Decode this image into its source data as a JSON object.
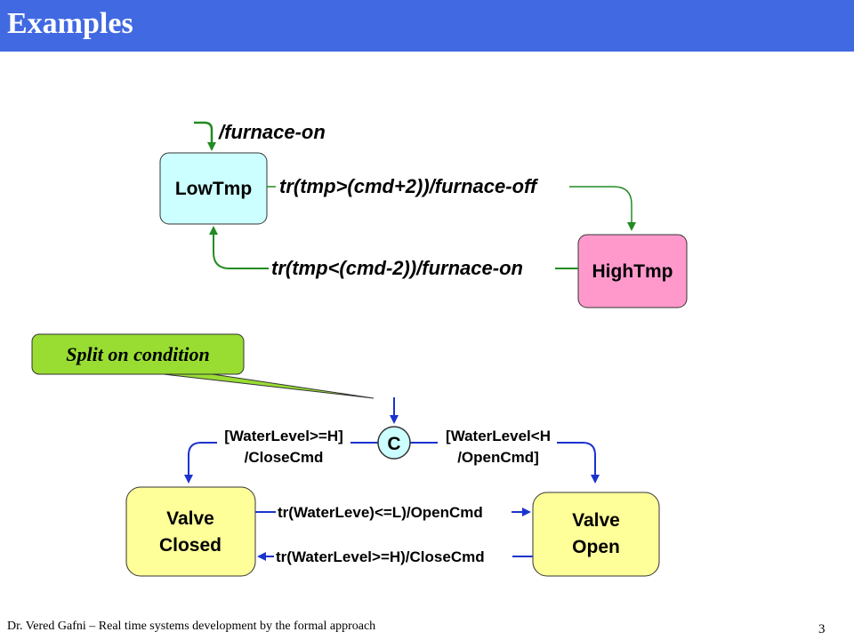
{
  "header": {
    "title": "Examples"
  },
  "diagram1": {
    "initial_action": "/furnace-on",
    "states": {
      "low": "LowTmp",
      "high": "HighTmp"
    },
    "transitions": {
      "low_to_high": "tr(tmp>(cmd+2))/furnace-off",
      "high_to_low": "tr(tmp<(cmd-2))/furnace-on"
    }
  },
  "callout": {
    "text": "Split on condition"
  },
  "diagram2": {
    "connector": "C",
    "branches": {
      "left_line1": "[WaterLevel>=H]",
      "left_line2": "/CloseCmd",
      "right_line1": "[WaterLevel<H",
      "right_line2": "/OpenCmd]"
    },
    "states": {
      "closed_line1": "Valve",
      "closed_line2": "Closed",
      "open_line1": "Valve",
      "open_line2": "Open"
    },
    "transitions": {
      "closed_to_open": "tr(WaterLeve)<=L)/OpenCmd",
      "open_to_closed": "tr(WaterLevel>=H)/CloseCmd"
    }
  },
  "footer": {
    "text": "Dr. Vered Gafni – Real time systems development by the formal approach",
    "page": "3"
  },
  "colors": {
    "title_bar": "#4169e1",
    "low_state": "#ccffff",
    "high_state": "#ff99cc",
    "valve_state": "#ffff99",
    "green_arrow": "#228b22",
    "blue_arrow": "#1a33cc",
    "callout": "#99dd33"
  }
}
